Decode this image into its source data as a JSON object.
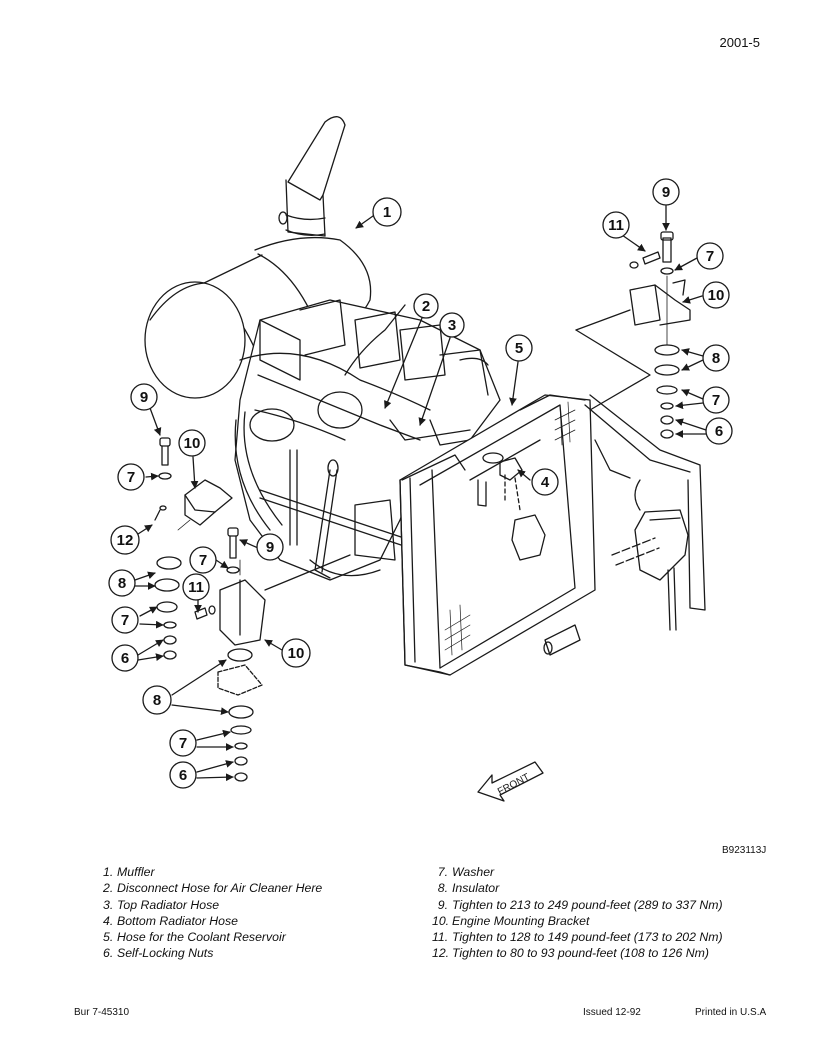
{
  "page": {
    "number": "2001-5",
    "figure_id": "B923113J"
  },
  "figure": {
    "front_arrow_label": "FRONT",
    "callouts": [
      "1",
      "2",
      "3",
      "4",
      "5",
      "6",
      "7",
      "8",
      "9",
      "10",
      "11",
      "12"
    ]
  },
  "legend": {
    "left": [
      {
        "num": "1.",
        "text": "Muffler"
      },
      {
        "num": "2.",
        "text": "Disconnect Hose for Air Cleaner Here"
      },
      {
        "num": "3.",
        "text": "Top Radiator Hose"
      },
      {
        "num": "4.",
        "text": "Bottom Radiator Hose"
      },
      {
        "num": "5.",
        "text": "Hose for the Coolant Reservoir"
      },
      {
        "num": "6.",
        "text": "Self-Locking Nuts"
      }
    ],
    "right": [
      {
        "num": "7.",
        "text": "Washer"
      },
      {
        "num": "8.",
        "text": "Insulator"
      },
      {
        "num": "9.",
        "text": "Tighten to 213 to 249 pound-feet (289 to 337 Nm)"
      },
      {
        "num": "10.",
        "text": "Engine Mounting Bracket"
      },
      {
        "num": "11.",
        "text": "Tighten to 128 to 149 pound-feet (173 to 202 Nm)"
      },
      {
        "num": "12.",
        "text": "Tighten to 80 to 93 pound-feet (108 to 126 Nm)"
      }
    ]
  },
  "footer": {
    "doc_number": "Bur 7-45310",
    "issued": "Issued 12-92",
    "printed": "Printed in U.S.A"
  }
}
